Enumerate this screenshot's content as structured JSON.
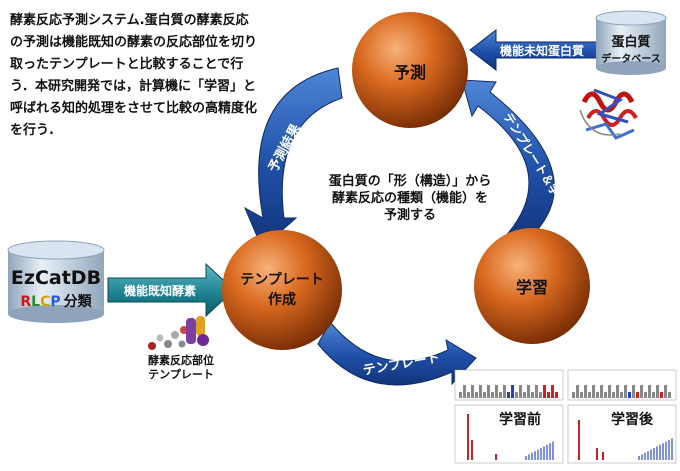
{
  "description": {
    "heading": "酵素反応予測システム.",
    "body": "蛋白質の酵素反応の予測は機能既知の酵素の反応部位を切り取ったテンプレートと比較することで行う．本研究開発では，計算機に「学習」と呼ばれる知的処理をさせて比較の高精度化を行う."
  },
  "nodes": {
    "predict": "予測",
    "template": "テンプレート作成",
    "learn": "学習"
  },
  "center_text": [
    "蛋白質の「形（構造）」から",
    "酵素反応の種類（機能）を",
    "予測する"
  ],
  "arrows": {
    "prediction_result": "予測結果",
    "template_and_result": "テンプレート＆学習結果",
    "template": "テンプレート",
    "unknown_protein": "機能未知蛋白質",
    "known_enzyme": "機能既知酵素"
  },
  "databases": {
    "protein_db": {
      "title": "蛋白質",
      "subtitle": "データベース"
    },
    "ezcat": {
      "title": "EzCatDB",
      "sub_letters": [
        "R",
        "L",
        "C",
        "P"
      ],
      "sub_suffix": "分類",
      "letter_colors": [
        "#d01818",
        "#2a8a2a",
        "#d8a000",
        "#2060d0"
      ]
    }
  },
  "template_label": [
    "酵素反応部位",
    "テンプレート"
  ],
  "panels": {
    "before": "学習前",
    "after": "学習後"
  },
  "colors": {
    "arrow_blue": "#1f4fa8",
    "sphere": "#c85a1a",
    "cylinder": "#b7c7d8"
  }
}
